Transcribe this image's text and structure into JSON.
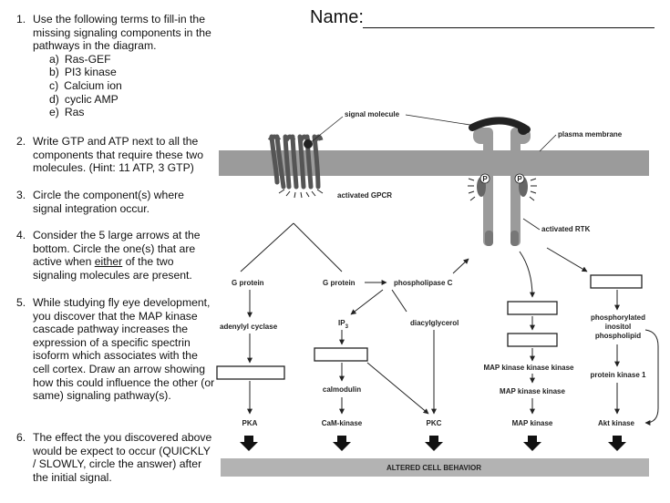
{
  "header": {
    "name_label": "Name:"
  },
  "questions": [
    {
      "num": "1.",
      "text": "Use the following terms to fill-in the missing signaling components in the pathways in the diagram.",
      "options": [
        {
          "letter": "a)",
          "term": "Ras-GEF"
        },
        {
          "letter": "b)",
          "term": "PI3 kinase"
        },
        {
          "letter": "c)",
          "term": "Calcium ion"
        },
        {
          "letter": "d)",
          "term": "cyclic AMP"
        },
        {
          "letter": "e)",
          "term": "Ras"
        }
      ]
    },
    {
      "num": "2.",
      "text": "Write GTP and ATP next to all the components that require these two molecules. (Hint: 11 ATP, 3 GTP)"
    },
    {
      "num": "3.",
      "text": "Circle the component(s) where signal integration occur."
    },
    {
      "num": "4.",
      "text_a": "Consider the 5 large arrows at the bottom. Circle the one(s) that are active when ",
      "text_u": "either",
      "text_b": " of the two signaling molecules are present."
    },
    {
      "num": "5.",
      "text": "While studying fly eye development, you discover that the MAP kinase cascade pathway increases the expression of a specific spectrin isoform which associates with the cell cortex. Draw an arrow showing how this could influence the other (or same) signaling pathway(s)."
    },
    {
      "num": "6.",
      "text": "The effect the you discovered above would be expect to occur (QUICKLY / SLOWLY, circle the answer) after the initial signal."
    }
  ],
  "diagram": {
    "signal_molecule": "signal molecule",
    "plasma_membrane": "plasma membrane",
    "activated_gpcr": "activated GPCR",
    "activated_rtk": "activated RTK",
    "phospho_mark": "P",
    "g_protein_left": "G protein",
    "g_protein_right": "G protein",
    "phospholipase_c": "phospholipase C",
    "adenylyl_cyclase": "adenylyl cyclase",
    "ip3": "IP",
    "ip3_sub": "3",
    "diacylglycerol": "diacylglycerol",
    "phosphorylated_inositol_1": "phosphorylated",
    "phosphorylated_inositol_2": "inositol",
    "phosphorylated_inositol_3": "phospholipid",
    "map_kkk": "MAP kinase kinase kinase",
    "protein_kinase_1": "protein kinase 1",
    "calmodulin": "calmodulin",
    "map_kk": "MAP kinase kinase",
    "pka": "PKA",
    "cam_kinase": "CaM-kinase",
    "pkc": "PKC",
    "map_kinase": "MAP kinase",
    "akt_kinase": "Akt kinase",
    "altered_behavior": "ALTERED CELL BEHAVIOR"
  }
}
